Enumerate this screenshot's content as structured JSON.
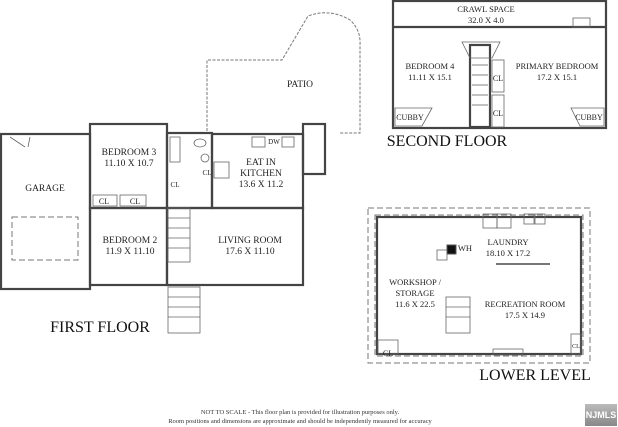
{
  "first_floor": {
    "title": "FIRST FLOOR",
    "rooms": [
      {
        "name": "PATIO",
        "dims": ""
      },
      {
        "name": "BEDROOM 3",
        "dims": "11.10 X 10.7"
      },
      {
        "name": "GARAGE",
        "dims": ""
      },
      {
        "name": "EAT IN KITCHEN",
        "dims": "13.6 X 11.2"
      },
      {
        "name": "BEDROOM 2",
        "dims": "11.9 X 11.10"
      },
      {
        "name": "LIVING ROOM",
        "dims": "17.6 X 11.10"
      }
    ],
    "closet": "CL",
    "dw": "DW"
  },
  "second_floor": {
    "title": "SECOND FLOOR",
    "rooms": [
      {
        "name": "CRAWL SPACE",
        "dims": "32.0 X 4.0"
      },
      {
        "name": "BEDROOM 4",
        "dims": "11.11 X 15.1"
      },
      {
        "name": "PRIMARY BEDROOM",
        "dims": "17.2 X 15.1"
      }
    ],
    "closet": "CL",
    "cubby": "CUBBY"
  },
  "lower_level": {
    "title": "LOWER LEVEL",
    "rooms": [
      {
        "name": "LAUNDRY",
        "dims": "18.10 X 17.2"
      },
      {
        "name": "WORKSHOP / STORAGE",
        "dims": "11.6 X 22.5"
      },
      {
        "name": "RECREATION ROOM",
        "dims": "17.5 X 14.9"
      }
    ],
    "wh": "WH",
    "closet": "CL"
  },
  "footer": {
    "line1": "NOT TO SCALE - This floor plan is provided for illustration purposes only.",
    "line2": "Room positions and dimensions are approximate and should be independently measured for accuracy"
  },
  "logo": "NJMLS"
}
